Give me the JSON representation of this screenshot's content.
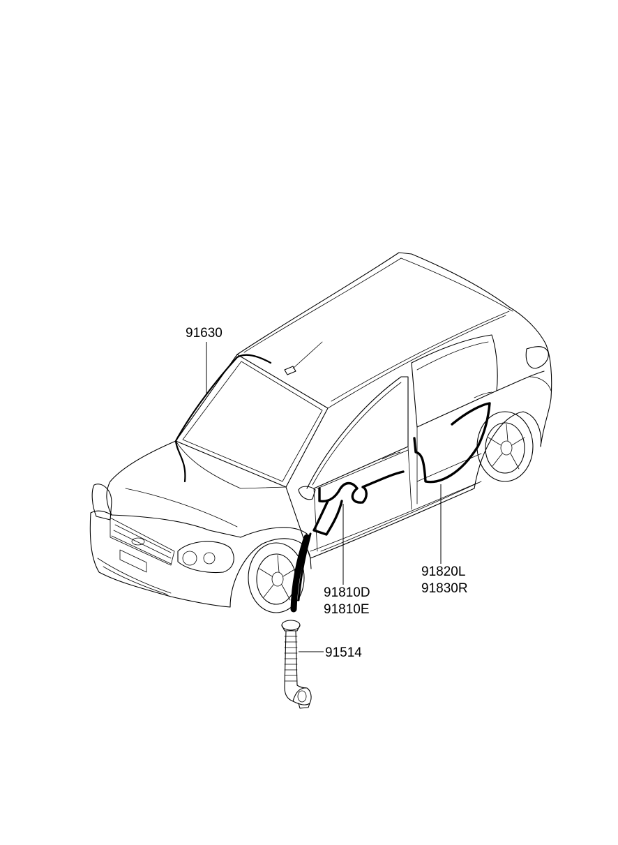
{
  "parts": [
    {
      "id": "91630",
      "lines": [
        "91630"
      ]
    },
    {
      "id": "91810",
      "lines": [
        "91810D",
        "91810E"
      ]
    },
    {
      "id": "91820",
      "lines": [
        "91820L",
        "91830R"
      ]
    },
    {
      "id": "91514",
      "lines": [
        "91514"
      ]
    }
  ]
}
